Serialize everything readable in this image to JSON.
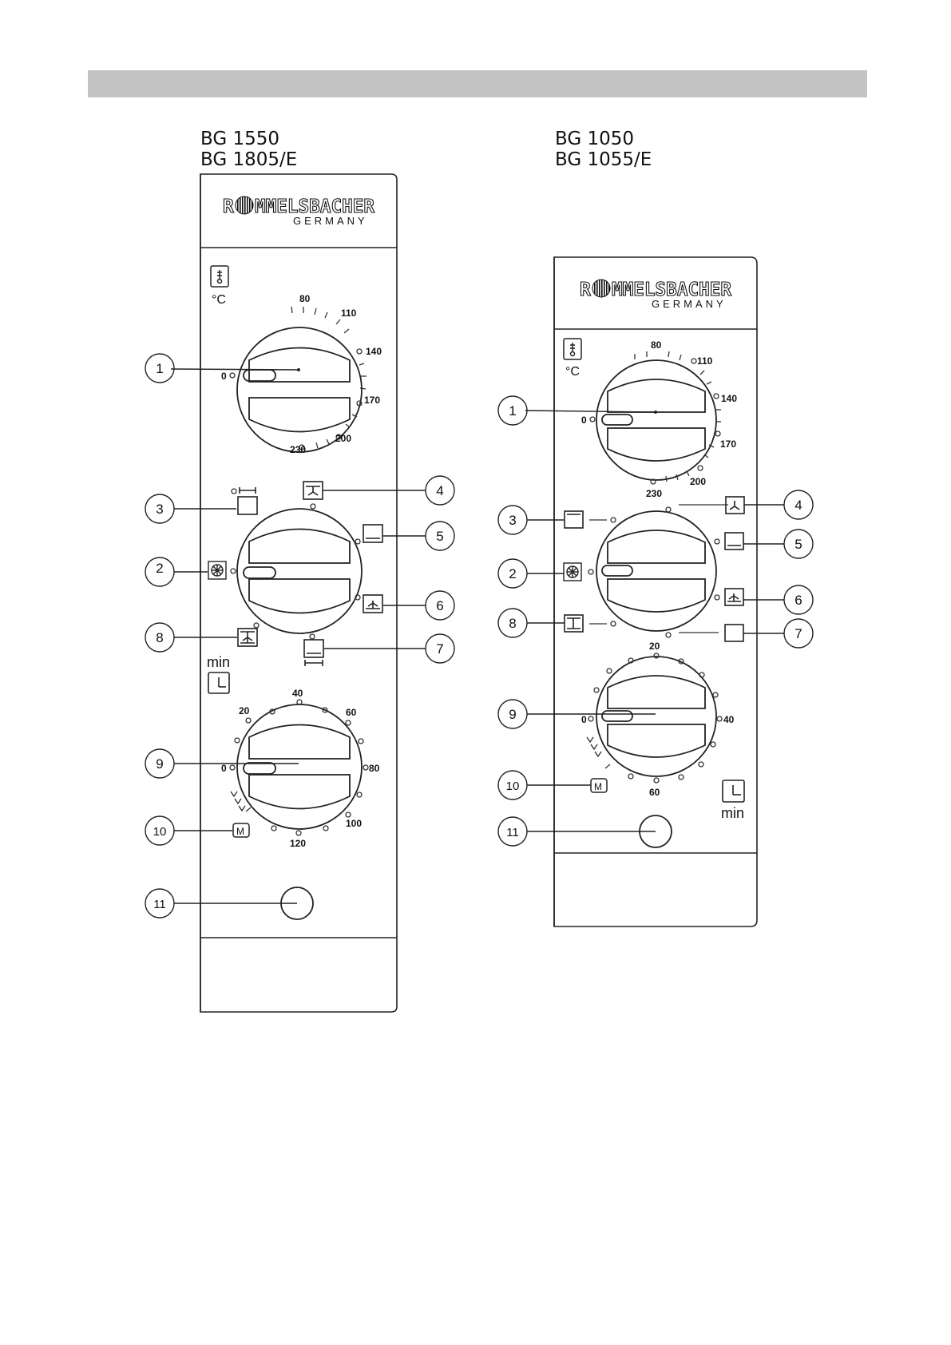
{
  "brand": {
    "name": "ROMMELSBACHER",
    "subtitle": "GERMANY"
  },
  "left_panel": {
    "models": [
      "BG 1550",
      "BG 1805/E"
    ],
    "temp_unit": "°C",
    "timer_unit": "min",
    "thermostat_scale": [
      "0",
      "80",
      "110",
      "140",
      "170",
      "200",
      "230"
    ],
    "timer_scale": [
      "0",
      "20",
      "40",
      "60",
      "80",
      "100",
      "120"
    ],
    "manual_mark": "M",
    "callouts": [
      "1",
      "2",
      "3",
      "4",
      "5",
      "6",
      "7",
      "8",
      "9",
      "10",
      "11"
    ]
  },
  "right_panel": {
    "models": [
      "BG 1050",
      "BG 1055/E"
    ],
    "temp_unit": "°C",
    "timer_unit": "min",
    "thermostat_scale": [
      "0",
      "80",
      "110",
      "140",
      "170",
      "200",
      "230"
    ],
    "timer_scale": [
      "0",
      "20",
      "40",
      "60"
    ],
    "manual_mark": "M",
    "callouts": [
      "1",
      "2",
      "3",
      "4",
      "5",
      "6",
      "7",
      "8",
      "9",
      "10",
      "11"
    ]
  }
}
